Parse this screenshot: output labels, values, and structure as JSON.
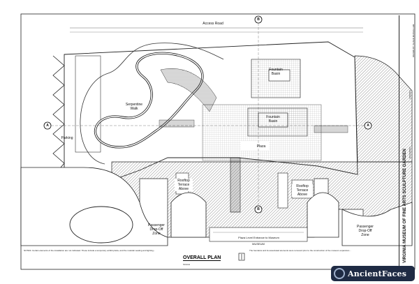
{
  "labels": {
    "access_road": "Access Road",
    "fountain_basin_upper": "Fountain\nBasin",
    "fountain_basin_center": "Fountain\nBasin",
    "serpentine_walk": "Serpentine\nWalk",
    "parking": "Parking",
    "plaza": "Plaza",
    "rooftop_left": "Rooftop\nTerrace\nAbove",
    "rooftop_right": "Rooftop\nTerrace\nAbove",
    "dropoff_left": "Passenger\nDrop-Off\nZone",
    "dropoff_right": "Passenger\nDrop-Off\nZone",
    "plaza_entrance": "Plaza Level Entrance to Museum",
    "museum": "MUSEUM",
    "section_a": "A",
    "section_b": "B"
  },
  "title": {
    "plan": "OVERALL PLAN",
    "scale": "SCALE",
    "sheet_title": "VIRGINIA MUSEUM OF FINE ARTS SCULPTURE GARDEN",
    "city": "RICHMOND",
    "state": "VIRGINIA",
    "firm": "DRAWN BY: SUSAN MUSSALLEM"
  },
  "notes": {
    "left": "NOTES: Certain elements of the installation are not indicated. These include a temporary exhibit plaza, and the modular seating and lighting...",
    "right": "The fountains and its associated elements were removed prior to the construction of the museum expansion..."
  },
  "watermark": "AncientFaces",
  "colors": {
    "ink": "#111111",
    "hatch": "#555555",
    "paper": "#ffffff",
    "watermark_bg": "#1f2b44"
  }
}
